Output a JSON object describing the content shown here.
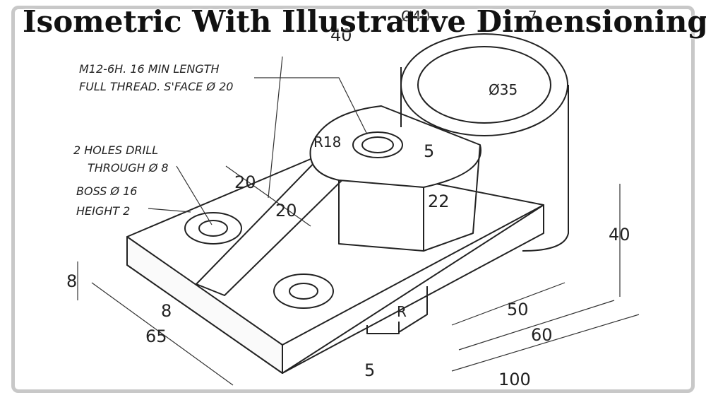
{
  "title": "Isometric With Illustrative Dimensioning",
  "notes": {
    "thread_line1": "M12-6H.  16  MIN LENGTH",
    "thread_line2": "FULL THREAD.  S'FACE  Ø 20",
    "holes_line1": "2 HOLES DRILL",
    "holes_line2": "THROUGH Ø 8",
    "boss_line1": "BOSS  Ø 16",
    "boss_line2": "HEIGHT   2"
  },
  "dimensions": {
    "d40_top": "40",
    "dia40": "Ø40",
    "dia35": "Ø35",
    "top_right": "7",
    "r18": "R18",
    "d5_mid": "5",
    "d22": "22",
    "d20_a": "20",
    "d20_b": "20",
    "d40_right": "40",
    "d8_left": "8",
    "d8_bottom": "8",
    "d65": "65",
    "r_slot": "R",
    "d5_bottom": "5",
    "d50": "50",
    "d60": "60",
    "d100": "100"
  },
  "colors": {
    "ink": "#222222",
    "frame": "#c8c8c8"
  }
}
